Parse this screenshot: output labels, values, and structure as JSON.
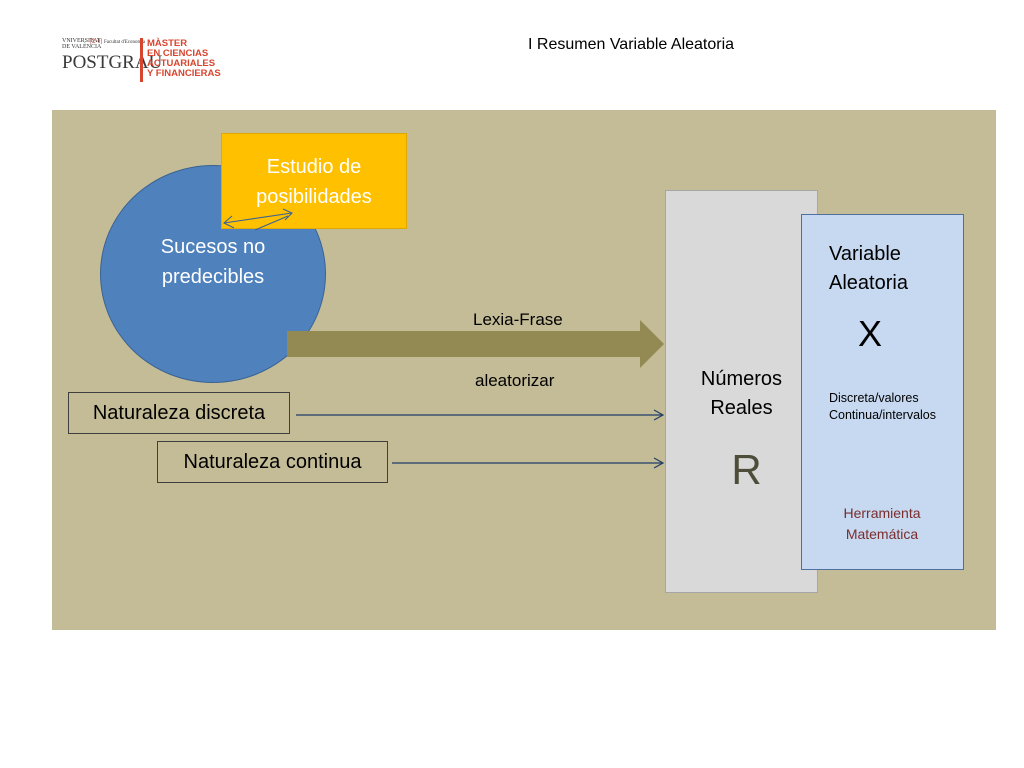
{
  "header": {
    "title": "I  Resumen Variable Aleatoria",
    "logo": {
      "line1": "VNIVERSITAT",
      "line2": "DE VALÈNCIA",
      "univ_mark": "[Σ·θ]",
      "faculty": "Facultat d'Economia",
      "postgrau": "POSTGRAU",
      "master_lines": [
        "MÀSTER",
        "EN CIENCIAS",
        "ACTUARIALES",
        "Y FINANCIERAS"
      ],
      "accent_color": "#d8452f"
    }
  },
  "diagram": {
    "sucesos": "Sucesos no predecibles",
    "sucesos_lines": [
      "Sucesos no",
      "predecibles"
    ],
    "estudio_lines": [
      "Estudio de",
      "posibilidades"
    ],
    "naturaleza_discreta": "Naturaleza discreta",
    "naturaleza_continua": "Naturaleza continua",
    "arrow_top_label": "Lexia-Frase",
    "arrow_bottom_label": "aleatorizar",
    "numeros_lines": [
      "Números",
      "Reales"
    ],
    "numeros_symbol": "R",
    "variable_lines": [
      "Variable",
      "Aleatoria"
    ],
    "variable_symbol": "X",
    "variable_desc": [
      "Discreta/valores",
      "Continua/intervalos"
    ],
    "herramienta_lines": [
      "Herramienta",
      "Matemática"
    ]
  },
  "colors": {
    "panel": "#c4bc96",
    "circle": "#4f81bd",
    "estudio": "#ffc000",
    "big_arrow": "#938953",
    "numeros_box": "#d9d9d9",
    "variable_box": "#c6d9f1",
    "herramienta_text": "#7b2d2d"
  }
}
